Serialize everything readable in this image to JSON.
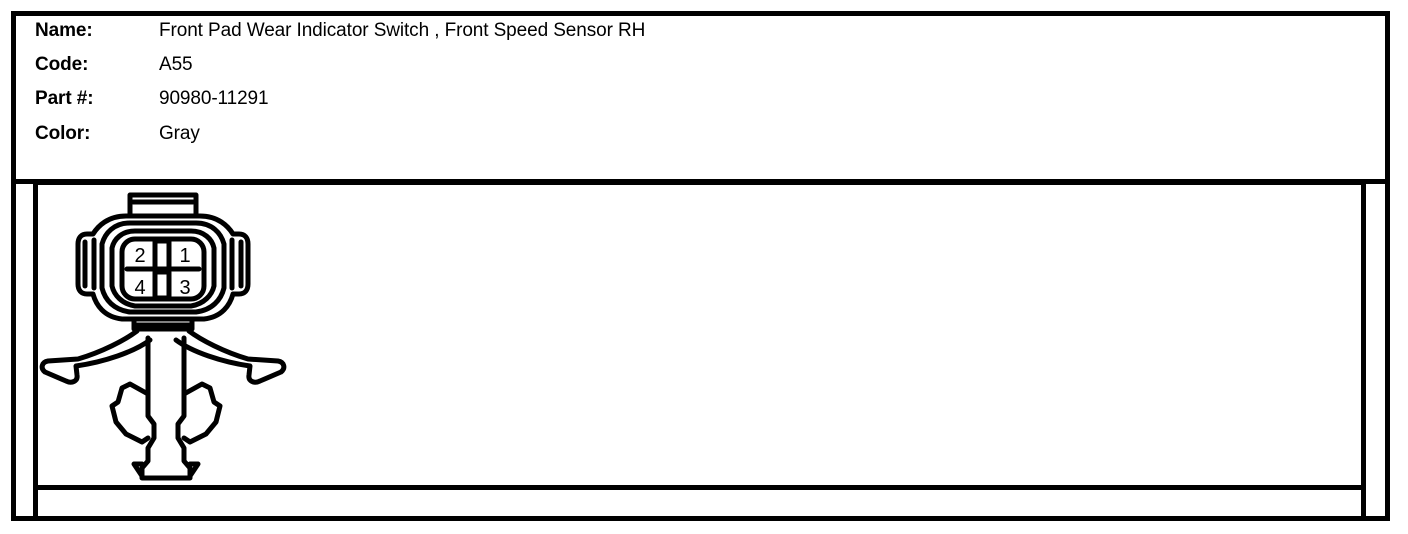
{
  "document": {
    "type": "connector-detail-sheet",
    "ink_color": "#000000",
    "background_color": "#ffffff"
  },
  "spec": {
    "rows": [
      {
        "label": "Name:",
        "value": "Front Pad Wear Indicator Switch , Front Speed Sensor RH"
      },
      {
        "label": "Code:",
        "value": "A55"
      },
      {
        "label": "Part #:",
        "value": "90980-11291"
      },
      {
        "label": "Color:",
        "value": "Gray"
      }
    ]
  },
  "connector": {
    "caption": "",
    "cavity_count": 4,
    "pins": [
      {
        "number": "2",
        "position": "top-left"
      },
      {
        "number": "1",
        "position": "top-right"
      },
      {
        "number": "4",
        "position": "bottom-left"
      },
      {
        "number": "3",
        "position": "bottom-right"
      }
    ],
    "pin_labels": {
      "top_left": "2",
      "top_right": "1",
      "bottom_left": "4",
      "bottom_right": "3"
    }
  }
}
